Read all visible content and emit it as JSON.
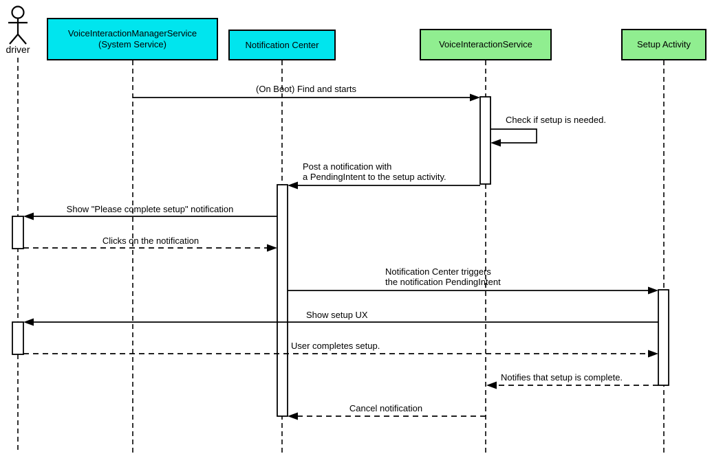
{
  "diagram_type": "uml-sequence",
  "participants": [
    {
      "id": "driver",
      "kind": "actor",
      "label": "driver",
      "fill": "#ffffff"
    },
    {
      "id": "voice-interaction-manager-service",
      "kind": "participant",
      "label": "VoiceInteractionManagerService\n(System Service)",
      "fill": "#00E5EE"
    },
    {
      "id": "notification-center",
      "kind": "participant",
      "label": "Notification Center",
      "fill": "#00E5EE"
    },
    {
      "id": "voice-interaction-service",
      "kind": "participant",
      "label": "VoiceInteractionService",
      "fill": "#90EE90"
    },
    {
      "id": "setup-activity",
      "kind": "participant",
      "label": "Setup Activity",
      "fill": "#90EE90"
    }
  ],
  "messages": [
    {
      "from": "voice-interaction-manager-service",
      "to": "voice-interaction-service",
      "style": "solid",
      "text": "(On Boot) Find and starts"
    },
    {
      "from": "voice-interaction-service",
      "to": "voice-interaction-service",
      "style": "solid-self",
      "text": "Check if setup is needed."
    },
    {
      "from": "voice-interaction-service",
      "to": "notification-center",
      "style": "solid",
      "text": "Post a notification with\na PendingIntent to the setup activity."
    },
    {
      "from": "notification-center",
      "to": "driver",
      "style": "solid",
      "text": "Show \"Please complete setup\" notification"
    },
    {
      "from": "driver",
      "to": "notification-center",
      "style": "dashed",
      "text": "Clicks on the notification"
    },
    {
      "from": "notification-center",
      "to": "setup-activity",
      "style": "solid",
      "text": "Notification Center triggers\nthe notification PendingIntent"
    },
    {
      "from": "setup-activity",
      "to": "driver",
      "style": "solid",
      "text": "Show setup UX"
    },
    {
      "from": "driver",
      "to": "setup-activity",
      "style": "dashed",
      "text": "User completes setup."
    },
    {
      "from": "setup-activity",
      "to": "voice-interaction-service",
      "style": "dashed",
      "text": "Notifies that setup is complete."
    },
    {
      "from": "voice-interaction-service",
      "to": "notification-center",
      "style": "dashed",
      "text": "Cancel notification"
    }
  ],
  "colors": {
    "line": "#000000",
    "activation_fill": "#ffffff",
    "participant_cyan": "#00E5EE",
    "participant_green": "#90EE90",
    "background": "#ffffff",
    "text": "#000000"
  }
}
